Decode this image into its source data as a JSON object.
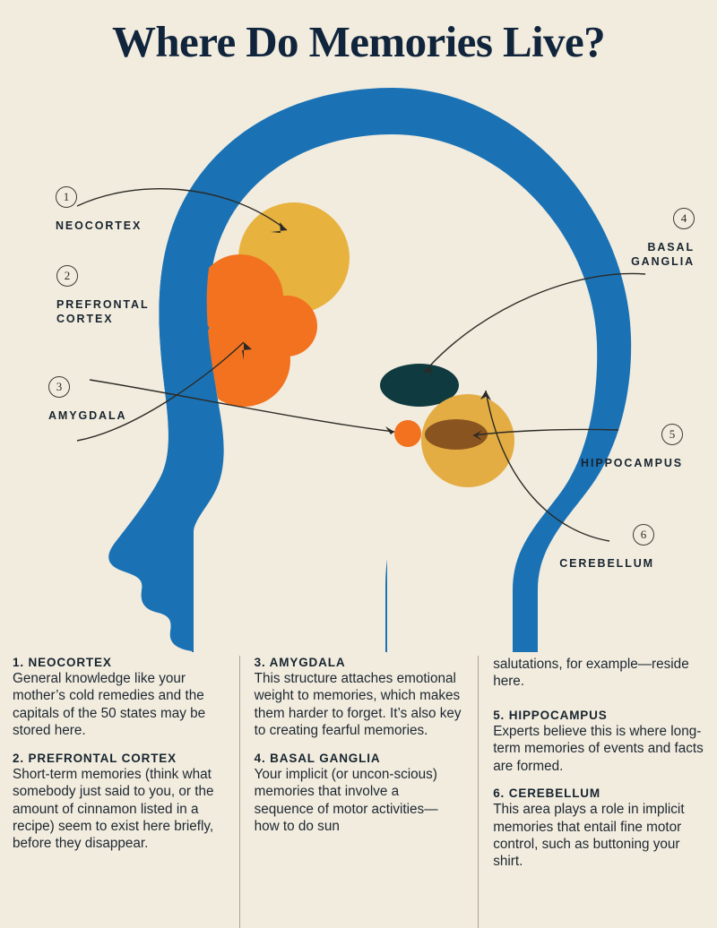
{
  "title": "Where Do Memories Live?",
  "colors": {
    "background": "#f2ecdf",
    "head_blue": "#1a72b5",
    "brain_cavity": "#f2ecdf",
    "neocortex_gold": "#e8b23f",
    "prefrontal_orange": "#f2721f",
    "basal_ganglia_teal": "#0e3a40",
    "amygdala_orange": "#f2721f",
    "hippocampus_brown": "#8a5420",
    "cerebellum_gold": "#e3ad43",
    "title_navy": "#10243c",
    "rule_gray": "#a9a293"
  },
  "callouts": [
    {
      "number": "1",
      "label": "NEOCORTEX",
      "side": "left"
    },
    {
      "number": "2",
      "label": "PREFRONTAL\nCORTEX",
      "side": "left"
    },
    {
      "number": "3",
      "label": "AMYGDALA",
      "side": "left"
    },
    {
      "number": "4",
      "label": "BASAL\nGANGLIA",
      "side": "right"
    },
    {
      "number": "5",
      "label": "HIPPOCAMPUS",
      "side": "right"
    },
    {
      "number": "6",
      "label": "CEREBELLUM",
      "side": "right"
    }
  ],
  "facts": {
    "column1": [
      {
        "heading": "1. NEOCORTEX",
        "body": "General knowledge like your mother’s cold remedies and the capitals of the 50 states may be stored here."
      },
      {
        "heading": "2. PREFRONTAL CORTEX",
        "body": "Short-term memories (think what somebody just said to you, or the amount of cinnamon listed in a recipe) seem to exist here briefly, before they disappear."
      }
    ],
    "column2": [
      {
        "heading": "3. AMYGDALA",
        "body": "This structure attaches emotional weight to memories, which makes them harder to forget. It’s also key to creating fearful memories."
      },
      {
        "heading": "4. BASAL GANGLIA",
        "body": "Your implicit (or uncon-scious) memories that involve a sequence of motor activities—how to do sun"
      }
    ],
    "column3_continuation": "salutations, for example—reside here.",
    "column3": [
      {
        "heading": "5. HIPPOCAMPUS",
        "body": "Experts believe this is where long-term memories of events and facts are formed."
      },
      {
        "heading": "6. CEREBELLUM",
        "body": "This area plays a role in implicit memories that entail fine motor control, such as buttoning your shirt."
      }
    ]
  }
}
